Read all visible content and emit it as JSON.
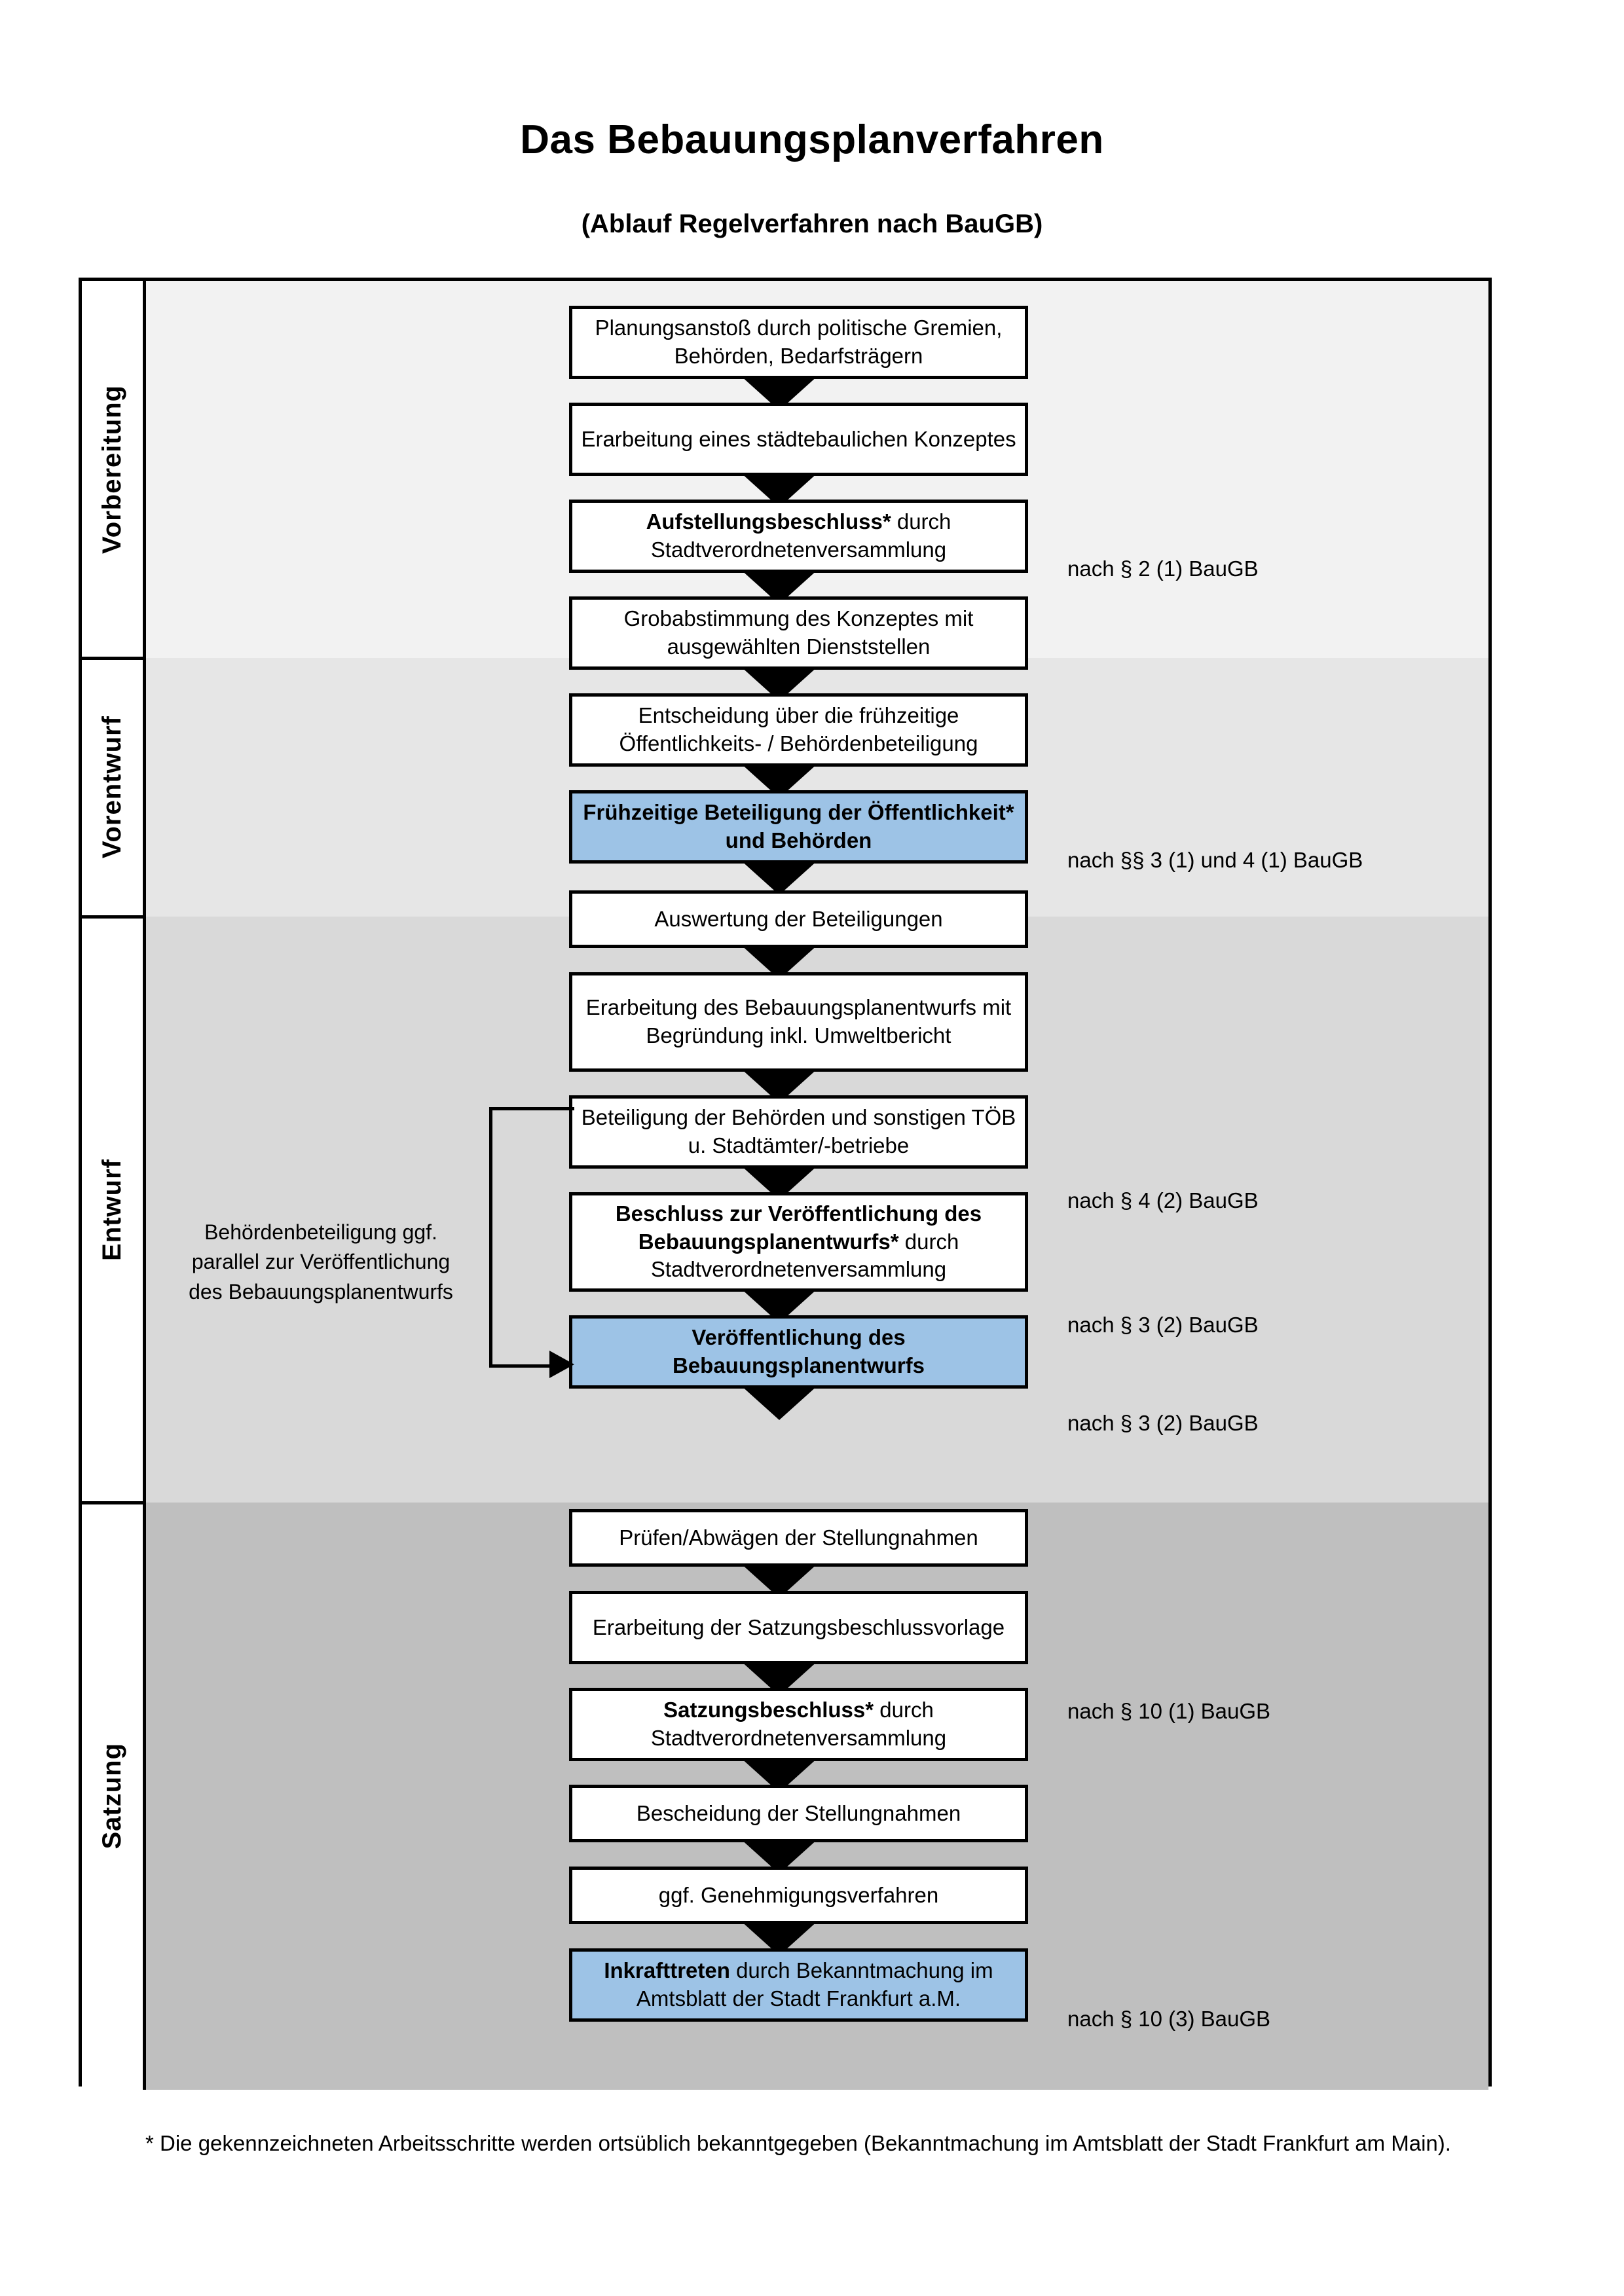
{
  "header": {
    "title": "Das Bebauungsplanverfahren",
    "subtitle": "(Ablauf Regelverfahren nach BauGB)"
  },
  "phases": [
    {
      "id": "vorbereitung",
      "label": "Vorbereitung",
      "band_color": "#F2F2F2"
    },
    {
      "id": "vorentwurf",
      "label": "Vorentwurf",
      "band_color": "#E6E6E6"
    },
    {
      "id": "entwurf",
      "label": "Entwurf",
      "band_color": "#D9D9D9"
    },
    {
      "id": "satzung",
      "label": "Satzung",
      "band_color": "#BFBFBF"
    }
  ],
  "steps": [
    {
      "id": "s1",
      "phase": "vorbereitung",
      "bold": "",
      "rest": "Planungsanstoß durch politische Gremien, Behörden, Bedarfsträgern",
      "highlight": false
    },
    {
      "id": "s2",
      "phase": "vorbereitung",
      "bold": "",
      "rest": "Erarbeitung eines städtebaulichen Konzeptes",
      "highlight": false
    },
    {
      "id": "s3",
      "phase": "vorbereitung",
      "bold": "Aufstellungsbeschluss*",
      "rest": " durch Stadtverordnetenversammlung",
      "highlight": false
    },
    {
      "id": "s4",
      "phase": "vorentwurf",
      "bold": "",
      "rest": "Grobabstimmung des Konzeptes mit ausgewählten Dienststellen",
      "highlight": false
    },
    {
      "id": "s5",
      "phase": "vorentwurf",
      "bold": "",
      "rest": "Entscheidung über die frühzeitige Öffentlichkeits- / Behördenbeteiligung",
      "highlight": false
    },
    {
      "id": "s6",
      "phase": "vorentwurf",
      "bold": "Frühzeitige Beteiligung der Öffentlichkeit* und Behörden",
      "rest": "",
      "highlight": true
    },
    {
      "id": "s7",
      "phase": "entwurf",
      "bold": "",
      "rest": "Auswertung der Beteiligungen",
      "highlight": false
    },
    {
      "id": "s8",
      "phase": "entwurf",
      "bold": "",
      "rest": "Erarbeitung des Bebauungsplanentwurfs mit Begründung inkl. Umweltbericht",
      "highlight": false
    },
    {
      "id": "s9",
      "phase": "entwurf",
      "bold": "",
      "rest": "Beteiligung der Behörden und sonstigen TÖB u. Stadtämter/-betriebe",
      "highlight": false
    },
    {
      "id": "s10",
      "phase": "entwurf",
      "bold": "Beschluss zur Veröffentlichung des Bebauungsplanentwurfs*",
      "rest": " durch Stadtverordnetenversammlung",
      "highlight": false
    },
    {
      "id": "s11",
      "phase": "entwurf",
      "bold": "Veröffentlichung des Bebauungsplanentwurfs",
      "rest": "",
      "highlight": true
    },
    {
      "id": "s12",
      "phase": "satzung",
      "bold": "",
      "rest": "Prüfen/Abwägen der Stellungnahmen",
      "highlight": false
    },
    {
      "id": "s13",
      "phase": "satzung",
      "bold": "",
      "rest": "Erarbeitung der Satzungsbeschlussvorlage",
      "highlight": false
    },
    {
      "id": "s14",
      "phase": "satzung",
      "bold": "Satzungsbeschluss*",
      "rest": " durch Stadtverordnetenversammlung",
      "highlight": false
    },
    {
      "id": "s15",
      "phase": "satzung",
      "bold": "",
      "rest": "Bescheidung der Stellungnahmen",
      "highlight": false
    },
    {
      "id": "s16",
      "phase": "satzung",
      "bold": "",
      "rest": "ggf. Genehmigungsverfahren",
      "highlight": false
    },
    {
      "id": "s17",
      "phase": "satzung",
      "bold": "Inkrafttreten",
      "rest": " durch Bekanntmachung im Amtsblatt der Stadt Frankfurt a.M.",
      "highlight": true
    }
  ],
  "legal_refs": [
    {
      "id": "l1",
      "text": "nach § 2 (1) BauGB"
    },
    {
      "id": "l2",
      "text": "nach §§ 3 (1) und 4 (1) BauGB"
    },
    {
      "id": "l3",
      "text": "nach § 4 (2) BauGB"
    },
    {
      "id": "l4",
      "text": "nach § 3 (2) BauGB"
    },
    {
      "id": "l5",
      "text": "nach § 3 (2) BauGB"
    },
    {
      "id": "l6",
      "text": "nach § 10 (1) BauGB"
    },
    {
      "id": "l7",
      "text": "nach § 10 (3) BauGB"
    }
  ],
  "side_note": "Behördenbeteiligung ggf. parallel zur Veröffentlichung des Bebauungsplanentwurfs",
  "footnote": "* Die gekennzeichneten Arbeitsschritte werden ortsüblich bekanntgegeben (Bekanntmachung im Amtsblatt  der Stadt Frankfurt am Main).",
  "colors": {
    "highlight_blue": "#9DC3E6",
    "border_black": "#000000",
    "band_1": "#F2F2F2",
    "band_2": "#E6E6E6",
    "band_3": "#D9D9D9",
    "band_4": "#BFBFBF"
  }
}
